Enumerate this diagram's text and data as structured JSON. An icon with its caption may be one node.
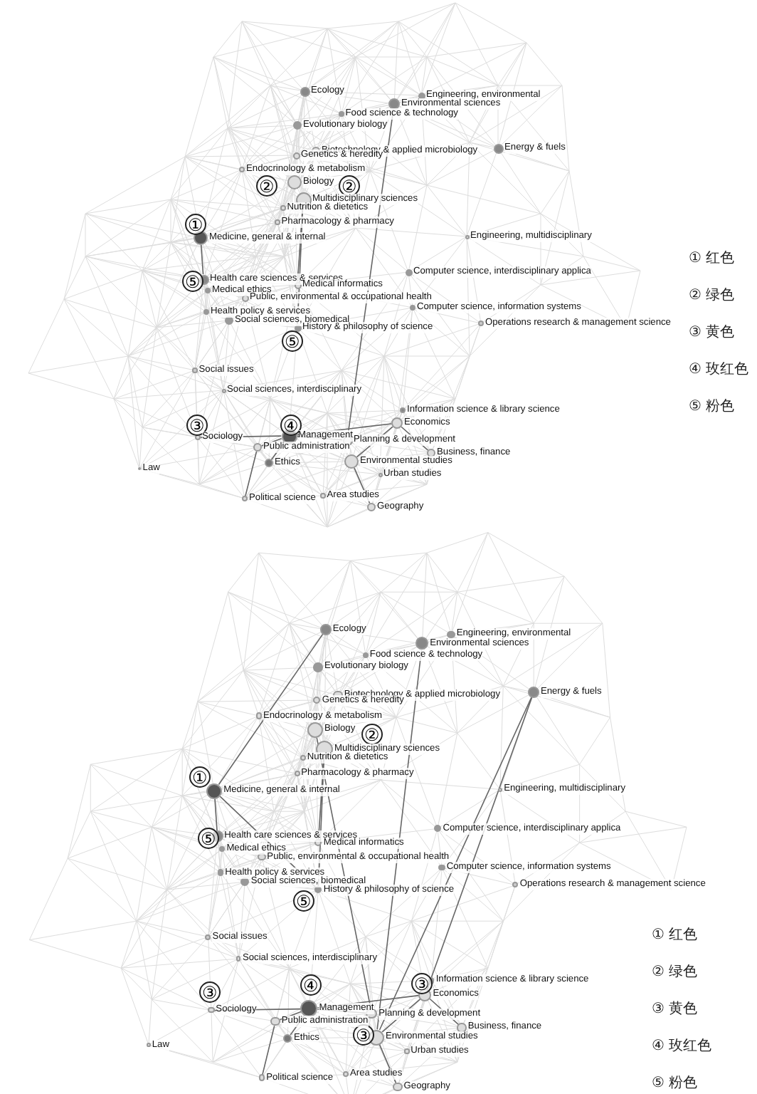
{
  "diagram": {
    "nodes": [
      {
        "text": [
          "Ecology"
        ]
      },
      {
        "text": [
          "Engineering, environmental"
        ]
      },
      {
        "text": [
          "Environmental sciences"
        ]
      },
      {
        "text": [
          "Food science & technology"
        ]
      },
      {
        "text": [
          "Evolutionary biology"
        ]
      },
      {
        "text": [
          "Energy & fuels"
        ]
      },
      {
        "text": [
          "Biotechnology & applied microbiology"
        ]
      },
      {
        "text": [
          "Genetics & heredity"
        ]
      },
      {
        "text": [
          "Endocrinology & metabolism"
        ]
      },
      {
        "text": [
          "Biology"
        ]
      },
      {
        "text": [
          "Multidisciplinary sciences"
        ]
      },
      {
        "text": [
          "Nutrition & dietetics"
        ]
      },
      {
        "text": [
          "Pharmacology & pharmacy"
        ]
      },
      {
        "text": [
          "Medicine, general & internal"
        ]
      },
      {
        "text": [
          "Engineering, multidisciplinary"
        ]
      },
      {
        "text": [
          "Computer science, interdisciplinary applica"
        ]
      },
      {
        "text": [
          "Health care sciences & services"
        ]
      },
      {
        "text": [
          "Medical informatics"
        ]
      },
      {
        "text": [
          "Medical ethics"
        ]
      },
      {
        "text": [
          "Public, environmental & occupational health"
        ]
      },
      {
        "text": [
          "Computer science, information systems"
        ]
      },
      {
        "text": [
          "Health policy & services"
        ]
      },
      {
        "text": [
          "Operations research & management science"
        ]
      },
      {
        "text": [
          "Social sciences, biomedical"
        ]
      },
      {
        "text": [
          "History & philosophy of science"
        ]
      },
      {
        "text": [
          "Social issues"
        ]
      },
      {
        "text": [
          "Social sciences, interdisciplinary"
        ]
      },
      {
        "text": [
          "Information science & library science"
        ]
      },
      {
        "text": [
          "Economics"
        ]
      },
      {
        "text": [
          "Sociology"
        ]
      },
      {
        "text": [
          "Management"
        ]
      },
      {
        "text": [
          "Planning & development"
        ]
      },
      {
        "text": [
          "Public administration"
        ]
      },
      {
        "text": [
          "Business, finance"
        ]
      },
      {
        "text": [
          "Ethics"
        ]
      },
      {
        "text": [
          "Environmental studies"
        ]
      },
      {
        "text": [
          "Urban studies"
        ]
      },
      {
        "text": [
          "Law"
        ]
      },
      {
        "text": [
          "Political science"
        ]
      },
      {
        "text": [
          "Area studies"
        ]
      },
      {
        "text": [
          "Geography"
        ]
      },
      {
        "text": [
          "Ecology"
        ]
      },
      {
        "text": [
          "Engineering, environmental"
        ]
      },
      {
        "text": [
          "Environmental sciences"
        ]
      },
      {
        "text": [
          "Food science & technology"
        ]
      },
      {
        "text": [
          "Evolutionary biology"
        ]
      },
      {
        "text": [
          "Energy & fuels"
        ]
      },
      {
        "text": [
          "Biotechnology & applied microbiology"
        ]
      },
      {
        "text": [
          "Genetics & heredity"
        ]
      },
      {
        "text": [
          "Endocrinology & metabolism"
        ]
      },
      {
        "text": [
          "Biology"
        ]
      },
      {
        "text": [
          "Multidisciplinary sciences"
        ]
      },
      {
        "text": [
          "Nutrition & dietetics"
        ]
      },
      {
        "text": [
          "Pharmacology & pharmacy"
        ]
      },
      {
        "text": [
          "Medicine, general & internal"
        ]
      },
      {
        "text": [
          "Engineering, multidisciplinary"
        ]
      },
      {
        "text": [
          "Computer science, interdisciplinary applica"
        ]
      },
      {
        "text": [
          "Health care sciences & services"
        ]
      },
      {
        "text": [
          "Medical informatics"
        ]
      },
      {
        "text": [
          "Medical ethics"
        ]
      },
      {
        "text": [
          "Public, environmental & occupational health"
        ]
      },
      {
        "text": [
          "Computer science, information systems"
        ]
      },
      {
        "text": [
          "Health policy & services"
        ]
      },
      {
        "text": [
          "Operations research & management science"
        ]
      },
      {
        "text": [
          "Social sciences, biomedical"
        ]
      },
      {
        "text": [
          "History & philosophy of science"
        ]
      },
      {
        "text": [
          "Social issues"
        ]
      },
      {
        "text": [
          "Social sciences, interdisciplinary"
        ]
      },
      {
        "text": [
          "Information science & library science"
        ]
      },
      {
        "text": [
          "Economics"
        ]
      },
      {
        "text": [
          "Sociology"
        ]
      },
      {
        "text": [
          "Management"
        ]
      },
      {
        "text": [
          "Planning & development"
        ]
      },
      {
        "text": [
          "Public administration"
        ]
      },
      {
        "text": [
          "Business, finance"
        ]
      },
      {
        "text": [
          "Ethics"
        ]
      },
      {
        "text": [
          "Environmental studies"
        ]
      },
      {
        "text": [
          "Urban studies"
        ]
      },
      {
        "text": [
          "Law"
        ]
      },
      {
        "text": [
          "Political science"
        ]
      },
      {
        "text": [
          "Area studies"
        ]
      },
      {
        "text": [
          "Geography"
        ]
      }
    ],
    "edges": [
      {
        "from": 13,
        "to": 16,
        "arrow": "none"
      },
      {
        "from": 10,
        "to": 17,
        "arrow": "none"
      },
      {
        "from": 10,
        "to": 24,
        "arrow": "none"
      },
      {
        "from": 30,
        "to": 28,
        "arrow": "none"
      },
      {
        "from": 30,
        "to": 31,
        "arrow": "none"
      },
      {
        "from": 30,
        "to": 32,
        "arrow": "none"
      },
      {
        "from": 30,
        "to": 34,
        "arrow": "none"
      },
      {
        "from": 28,
        "to": 33,
        "arrow": "none"
      },
      {
        "from": 28,
        "to": 35,
        "arrow": "none"
      },
      {
        "from": 35,
        "to": 40,
        "arrow": "none"
      },
      {
        "from": 32,
        "to": 38,
        "arrow": "none"
      },
      {
        "from": 2,
        "to": 31,
        "arrow": "none"
      },
      {
        "from": 29,
        "to": 30,
        "arrow": "none"
      },
      {
        "from": 54,
        "to": 57,
        "arrow": "none"
      },
      {
        "from": 51,
        "to": 58,
        "arrow": "none"
      },
      {
        "from": 51,
        "to": 65,
        "arrow": "none"
      },
      {
        "from": 71,
        "to": 69,
        "arrow": "none"
      },
      {
        "from": 71,
        "to": 72,
        "arrow": "none"
      },
      {
        "from": 71,
        "to": 73,
        "arrow": "none"
      },
      {
        "from": 71,
        "to": 75,
        "arrow": "none"
      },
      {
        "from": 69,
        "to": 74,
        "arrow": "none"
      },
      {
        "from": 69,
        "to": 76,
        "arrow": "none"
      },
      {
        "from": 76,
        "to": 81,
        "arrow": "none"
      },
      {
        "from": 73,
        "to": 79,
        "arrow": "none"
      },
      {
        "from": 43,
        "to": 76,
        "arrow": "none"
      },
      {
        "from": 46,
        "to": 69,
        "arrow": "none"
      },
      {
        "from": 46,
        "to": 76,
        "arrow": "none"
      },
      {
        "from": 41,
        "to": 54,
        "arrow": "none"
      },
      {
        "from": 70,
        "to": 71,
        "arrow": "none"
      },
      {
        "from": 54,
        "to": 65,
        "arrow": "none"
      },
      {
        "from": 50,
        "to": 72,
        "arrow": "none"
      }
    ],
    "labels": [
      "①",
      "②",
      "②",
      "⑤",
      "⑤",
      "③",
      "④",
      "①",
      "②",
      "⑤",
      "⑤",
      "③",
      "④",
      "③",
      "③"
    ],
    "legend": [
      {
        "text": "① 红色"
      },
      {
        "text": "② 绿色"
      },
      {
        "text": "③ 黄色"
      },
      {
        "text": "④ 玫红色"
      },
      {
        "text": "⑤ 粉色"
      },
      {
        "text": "① 红色"
      },
      {
        "text": "② 绿色"
      },
      {
        "text": "③ 黄色"
      },
      {
        "text": "④ 玫红色"
      },
      {
        "text": "⑤ 粉色"
      }
    ]
  }
}
